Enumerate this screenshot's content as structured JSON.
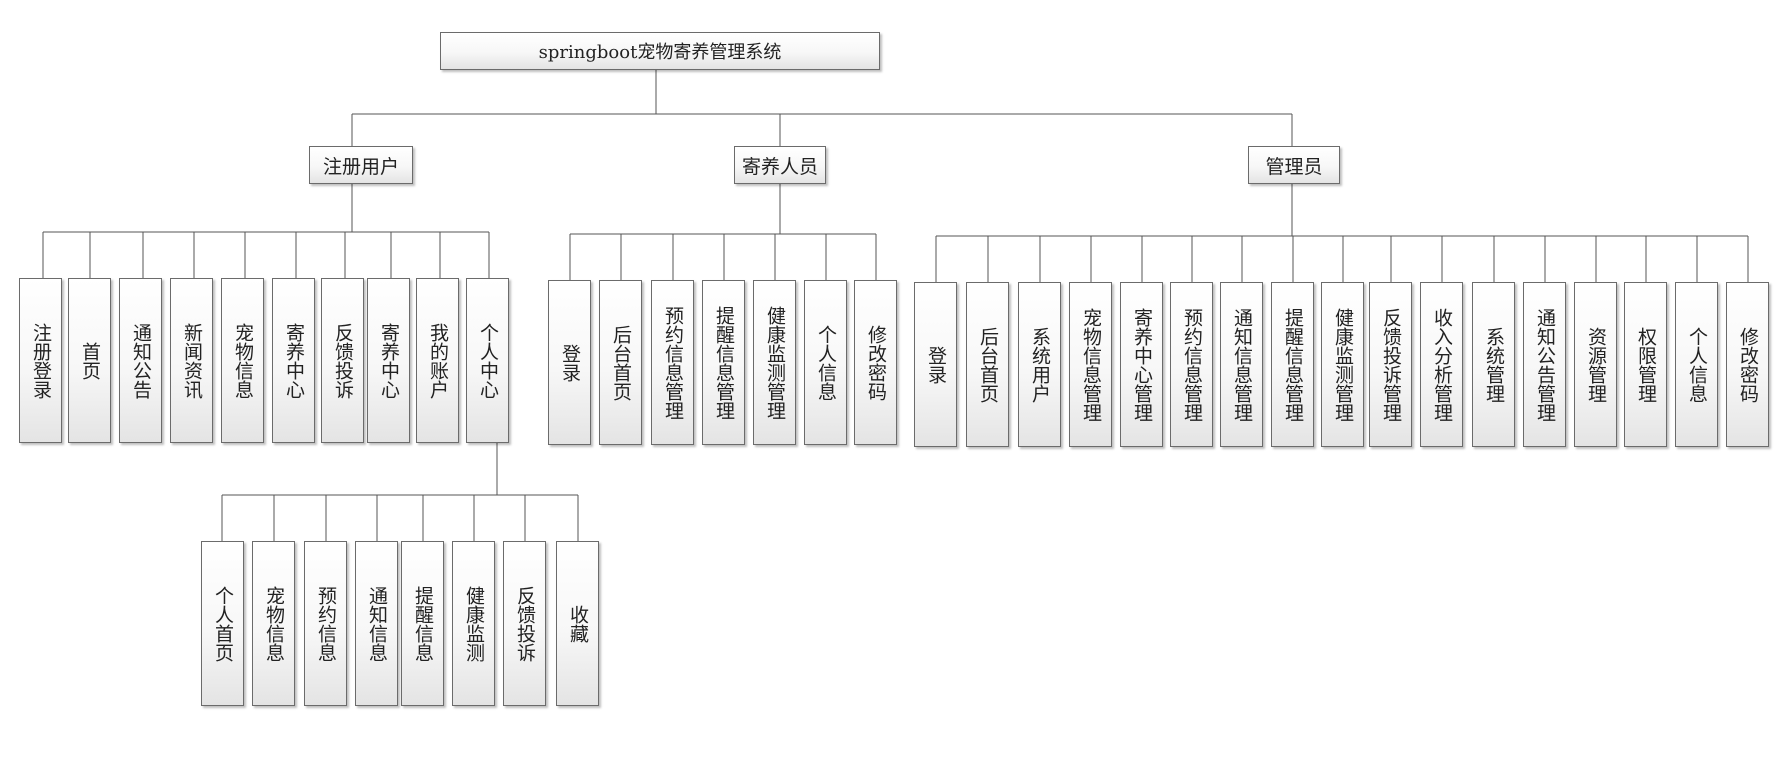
{
  "root": "springboot宠物寄养管理系统",
  "roles": {
    "user": {
      "label": "注册用户",
      "items": [
        "注册登录",
        "首页",
        "通知公告",
        "新闻资讯",
        "宠物信息",
        "寄养中心",
        "反馈投诉",
        "寄养中心",
        "我的账户",
        "个人中心"
      ]
    },
    "staff": {
      "label": "寄养人员",
      "items": [
        "登录",
        "后台首页",
        "预约信息管理",
        "提醒信息管理",
        "健康监测管理",
        "个人信息",
        "修改密码"
      ]
    },
    "admin": {
      "label": "管理员",
      "items": [
        "登录",
        "后台首页",
        "系统用户",
        "宠物信息管理",
        "寄养中心管理",
        "预约信息管理",
        "通知信息管理",
        "提醒信息管理",
        "健康监测管理",
        "反馈投诉管理",
        "收入分析管理",
        "系统管理",
        "通知公告管理",
        "资源管理",
        "权限管理",
        "个人信息",
        "修改密码"
      ]
    }
  },
  "personal_center": {
    "items": [
      "个人首页",
      "宠物信息",
      "预约信息",
      "通知信息",
      "提醒信息",
      "健康监测",
      "反馈投诉",
      "收藏"
    ]
  },
  "colors": {
    "line": "#555555",
    "border": "#6b6b6b",
    "text": "#222222"
  }
}
